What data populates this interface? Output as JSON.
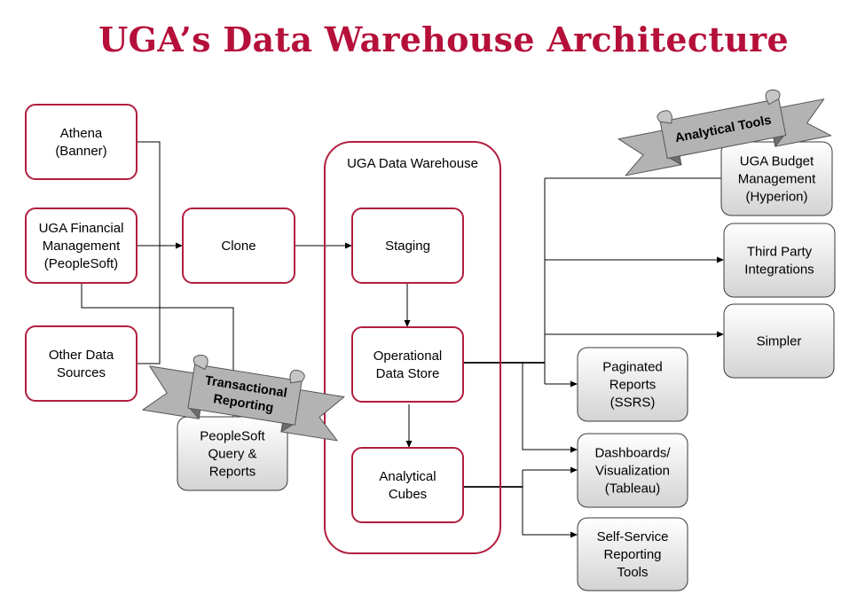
{
  "title": "UGA’s Data Warehouse Architecture",
  "colors": {
    "title": "#b5103a",
    "source_border": "#b11e3e",
    "tool_border": "#3a3a3a",
    "ribbon_fill": "#b3b3b3",
    "line": "#000000"
  },
  "warehouse": {
    "label": "UGA Data Warehouse"
  },
  "nodes": {
    "athena": [
      "Athena",
      "(Banner)"
    ],
    "ugafm": [
      "UGA Financial",
      "Management",
      "(PeopleSoft)"
    ],
    "other": [
      "Other Data",
      "Sources"
    ],
    "clone": [
      "Clone"
    ],
    "staging": [
      "Staging"
    ],
    "ods": [
      "Operational",
      "Data Store"
    ],
    "cubes": [
      "Analytical",
      "Cubes"
    ],
    "psquery": [
      "PeopleSoft",
      "Query &",
      "Reports"
    ],
    "hyperion": [
      "UGA Budget",
      "Management",
      "(Hyperion)"
    ],
    "thirdparty": [
      "Third Party",
      "Integrations"
    ],
    "simpler": [
      "Simpler"
    ],
    "ssrs": [
      "Paginated",
      "Reports",
      "(SSRS)"
    ],
    "tableau": [
      "Dashboards/",
      "Visualization",
      "(Tableau)"
    ],
    "selfservice": [
      "Self-Service",
      "Reporting",
      "Tools"
    ]
  },
  "ribbons": {
    "analytical": [
      "Analytical Tools"
    ],
    "transactional": [
      "Transactional",
      "Reporting"
    ]
  }
}
